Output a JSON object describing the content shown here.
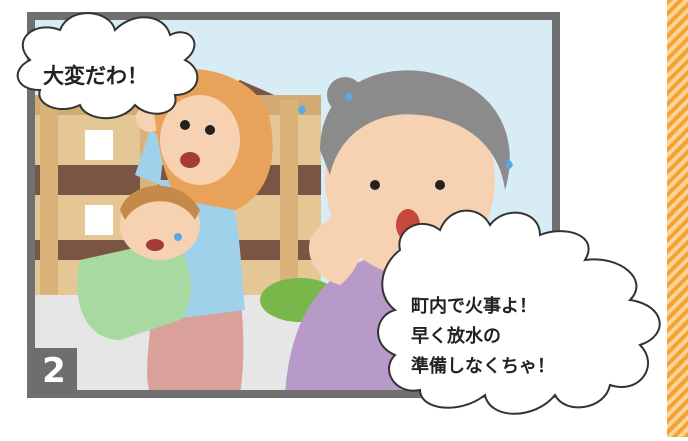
{
  "scene": {
    "panel_number": "2",
    "speech": {
      "left_bubble": "大変だわ！",
      "right_bubble_lines": [
        "町内で火事よ！",
        "早く放水の",
        "準備しなくちゃ！"
      ]
    },
    "colors": {
      "frame": "#707070",
      "sky": "#d8ecf6",
      "building": "#e5c796",
      "building_dark": "#7a5545",
      "grandma_shirt": "#b89ac8",
      "mother_shirt": "#9fd1ea",
      "baby_suit": "#a7d9a0",
      "accent_stripe": "#f6a233"
    }
  }
}
